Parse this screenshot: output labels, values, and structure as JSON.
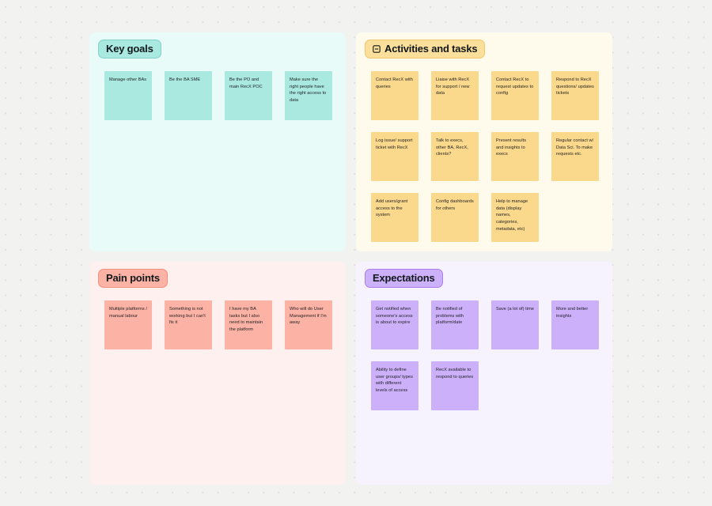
{
  "canvas": {
    "background_color": "#f2f2f1",
    "dot_color": "#dedede"
  },
  "panels": [
    {
      "id": "key-goals",
      "title": "Key goals",
      "icon": "",
      "accent_color": "#a9e9e0",
      "panel_color": "#e8fbf8",
      "cards": [
        "Manage other BAs",
        "Be the BA SME",
        "Be the PO and main RecX POC",
        "Make sure the right people have the right access to data"
      ]
    },
    {
      "id": "activities",
      "title": "Activities and tasks",
      "icon": "collapse-box-icon",
      "accent_color": "#fbd98c",
      "panel_color": "#fefaec",
      "cards": [
        "Contact RecX with queries",
        "Liaise with RecX for support / new data",
        "Contact RecX to request updates to config",
        "Respond to RecX questions/ updates tickets",
        "Log issue/ support ticket with RecX",
        "Talk to execs, other BA, RecX, clients?",
        "Present results and insights to execs",
        "Regular contact w/ Data Sci. To make requests etc.",
        "Add users/grant access to the system",
        "Config dashboards for others",
        "Help to manage data (display names, categories, metadata, etc)"
      ]
    },
    {
      "id": "pain-points",
      "title": "Pain points",
      "icon": "",
      "accent_color": "#fcb3a5",
      "panel_color": "#fdf0ee",
      "cards": [
        "Multiple platforms / manual labour",
        "Something is not working but I can't fix it",
        "I have my BA tasks but I also need to maintain the platform",
        "Who will do User Management if I'm away"
      ]
    },
    {
      "id": "expectations",
      "title": "Expectations",
      "icon": "",
      "accent_color": "#ccb0fa",
      "panel_color": "#f6f2fe",
      "cards": [
        "Get notified when someone's access is about to expire",
        "Be notified of problems with platform/date",
        "Save (a lot of) time",
        "More and better insights",
        "Ability to define user groups/ types with different levels of access",
        "RecX available to respond to queries"
      ]
    }
  ]
}
